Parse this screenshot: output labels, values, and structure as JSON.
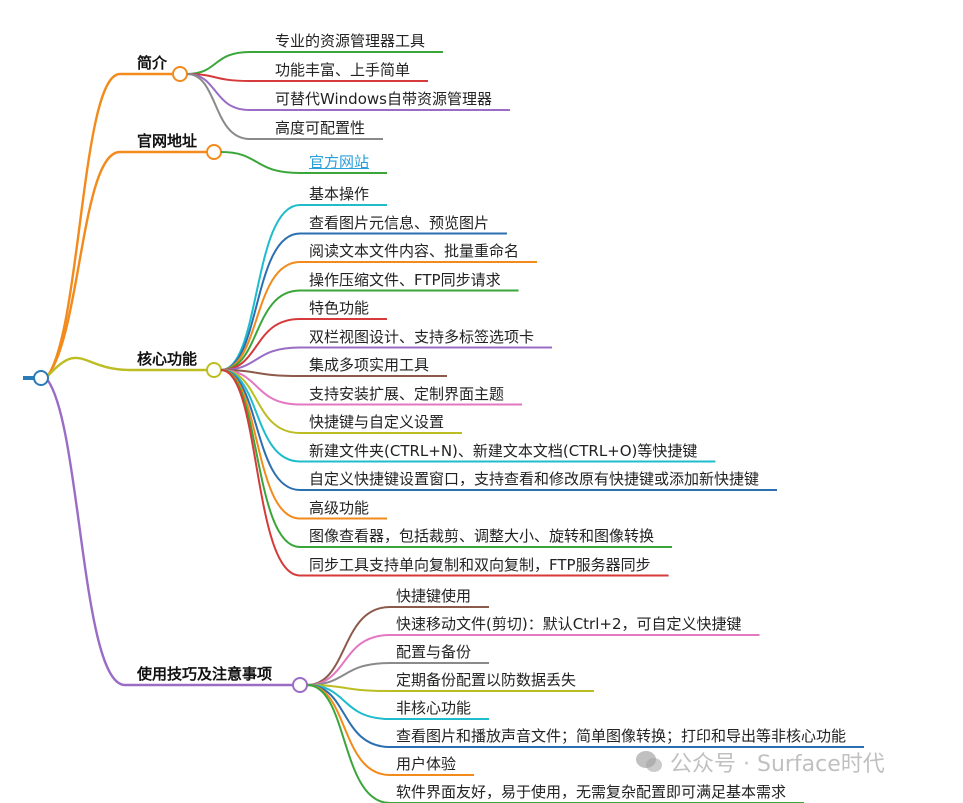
{
  "root": {
    "color": "#2b7bb9"
  },
  "branches": [
    {
      "label": "简介",
      "color": "#f28a1c",
      "children": [
        {
          "label": "专业的资源管理器工具",
          "color": "#3aa63a"
        },
        {
          "label": "功能丰富、上手简单",
          "color": "#d63a3a"
        },
        {
          "label": "可替代Windows自带资源管理器",
          "color": "#9a6cc6"
        },
        {
          "label": "高度可配置性",
          "color": "#8a8a8a"
        }
      ]
    },
    {
      "label": "官网地址",
      "color": "#f28a1c",
      "children": [
        {
          "label": "官方网站",
          "color": "#3aa63a",
          "link": true
        }
      ]
    },
    {
      "label": "核心功能",
      "color": "#bcbd22",
      "children": [
        {
          "label": "基本操作",
          "color": "#1fbccc"
        },
        {
          "label": "查看图片元信息、预览图片",
          "color": "#2b6fb0"
        },
        {
          "label": "阅读文本文件内容、批量重命名",
          "color": "#f28a1c"
        },
        {
          "label": "操作压缩文件、FTP同步请求",
          "color": "#3aa63a"
        },
        {
          "label": "特色功能",
          "color": "#d63a3a"
        },
        {
          "label": "双栏视图设计、支持多标签选项卡",
          "color": "#9a6cc6"
        },
        {
          "label": "集成多项实用工具",
          "color": "#8c5a4a"
        },
        {
          "label": "支持安装扩展、定制界面主题",
          "color": "#e377c2"
        },
        {
          "label": "快捷键与自定义设置",
          "color": "#bcbd22"
        },
        {
          "label": "新建文件夹(CTRL+N)、新建文本文档(CTRL+O)等快捷键",
          "color": "#1fbccc"
        },
        {
          "label": "自定义快捷键设置窗口，支持查看和修改原有快捷键或添加新快捷键",
          "color": "#2b6fb0"
        },
        {
          "label": "高级功能",
          "color": "#f28a1c"
        },
        {
          "label": "图像查看器，包括裁剪、调整大小、旋转和图像转换",
          "color": "#3aa63a"
        },
        {
          "label": "同步工具支持单向复制和双向复制，FTP服务器同步",
          "color": "#d63a3a"
        }
      ]
    },
    {
      "label": "使用技巧及注意事项",
      "color": "#9a6cc6",
      "children": [
        {
          "label": "快捷键使用",
          "color": "#8c5a4a"
        },
        {
          "label": "快速移动文件(剪切)：默认Ctrl+2，可自定义快捷键",
          "color": "#e377c2"
        },
        {
          "label": "配置与备份",
          "color": "#8a8a8a"
        },
        {
          "label": "定期备份配置以防数据丢失",
          "color": "#bcbd22"
        },
        {
          "label": "非核心功能",
          "color": "#1fbccc"
        },
        {
          "label": "查看图片和播放声音文件；简单图像转换；打印和导出等非核心功能",
          "color": "#2b6fb0"
        },
        {
          "label": "用户体验",
          "color": "#f28a1c"
        },
        {
          "label": "软件界面友好，易于使用，无需复杂配置即可满足基本需求",
          "color": "#3aa63a"
        }
      ]
    }
  ],
  "watermark": {
    "text": "公众号 · Surface时代",
    "icon": "wechat-icon"
  }
}
